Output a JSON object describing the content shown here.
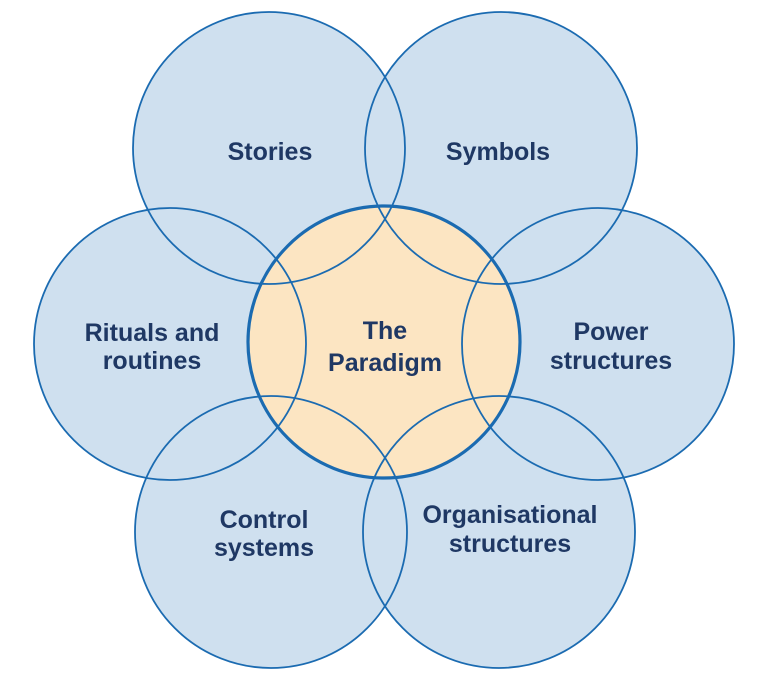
{
  "diagram": {
    "background_color": "#ffffff",
    "colors": {
      "outer_circle_fill": "#cfe0ef",
      "center_circle_fill": "#fce5c2",
      "circle_stroke": "#1b6bb1",
      "label_text": "#1f3864"
    },
    "center": {
      "id": "the-paradigm",
      "label": "The Paradigm",
      "label_lines": [
        "The",
        "Paradigm"
      ]
    },
    "nodes": [
      {
        "id": "stories",
        "label": "Stories",
        "label_lines": [
          "Stories"
        ]
      },
      {
        "id": "symbols",
        "label": "Symbols",
        "label_lines": [
          "Symbols"
        ]
      },
      {
        "id": "rituals-and-routines",
        "label": "Rituals and routines",
        "label_lines": [
          "Rituals and",
          "routines"
        ]
      },
      {
        "id": "power-structures",
        "label": "Power structures",
        "label_lines": [
          "Power",
          "structures"
        ]
      },
      {
        "id": "control-systems",
        "label": "Control systems",
        "label_lines": [
          "Control",
          "systems"
        ]
      },
      {
        "id": "organisational-structures",
        "label": "Organisational structures",
        "label_lines": [
          "Organisational",
          "structures"
        ]
      }
    ]
  }
}
